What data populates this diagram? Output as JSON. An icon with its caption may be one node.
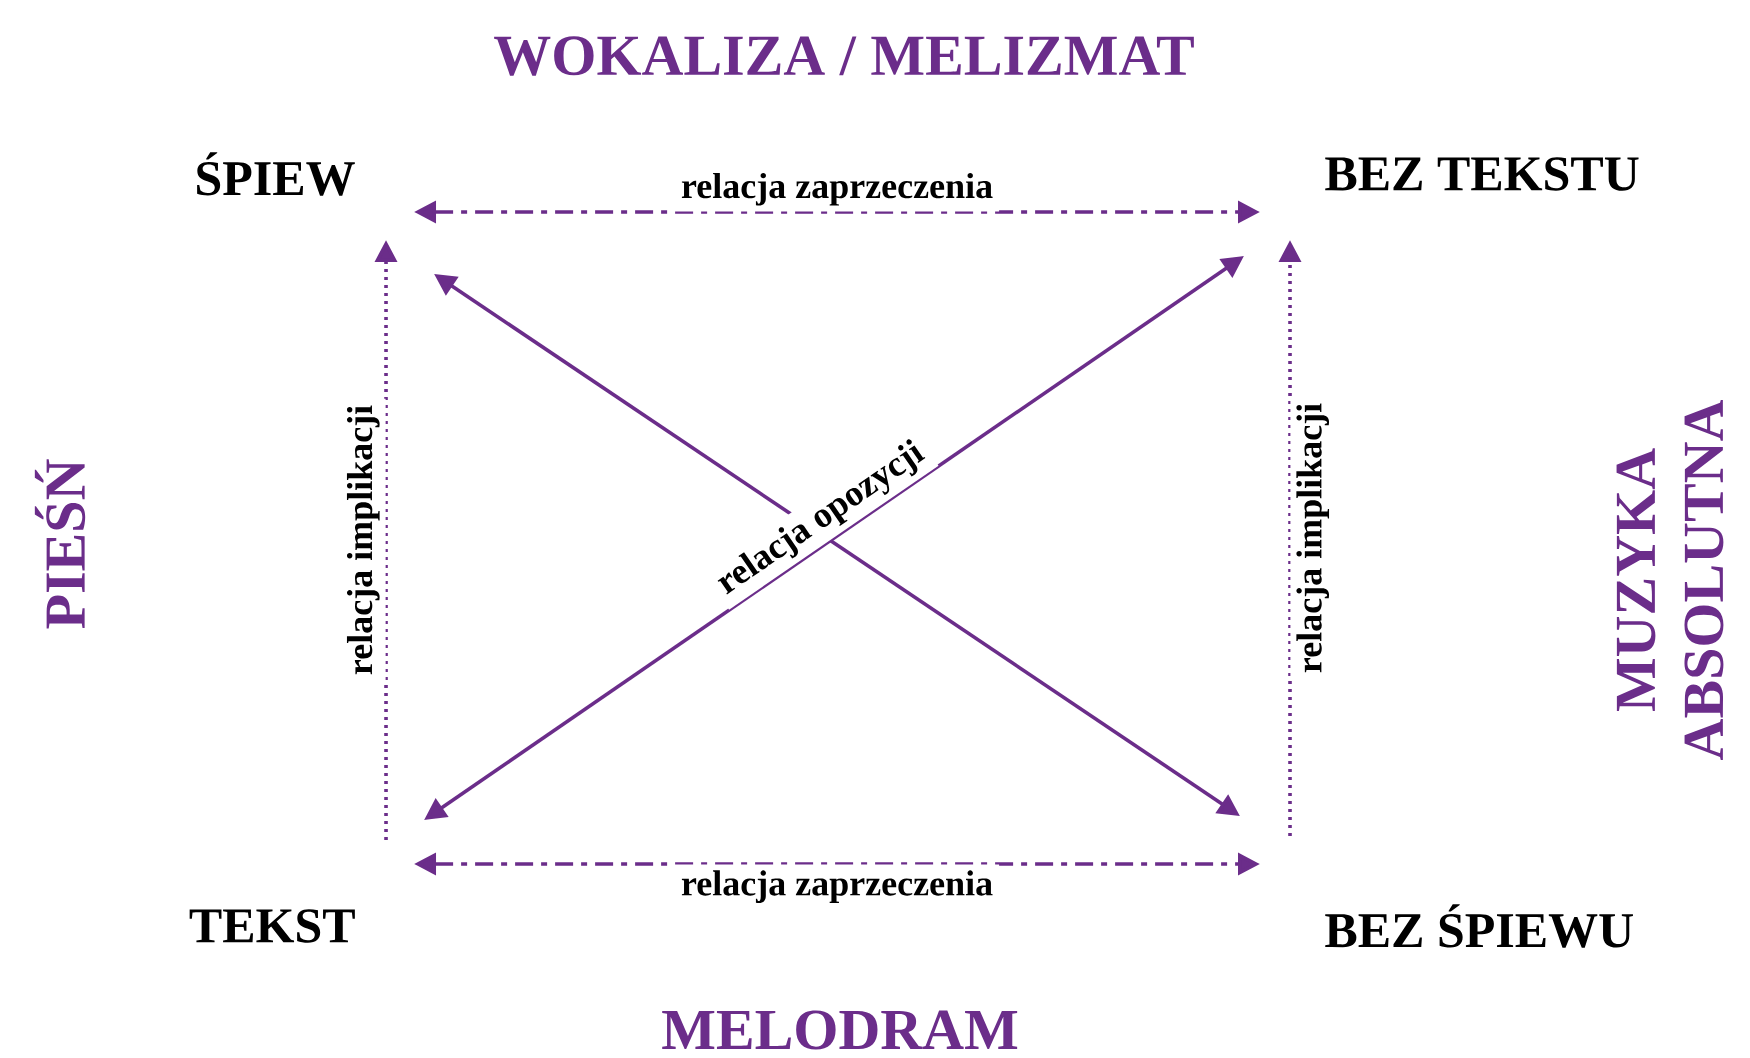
{
  "diagram": {
    "nodes": [
      {
        "text": [
          "ŚPIEW"
        ]
      },
      {
        "text": [
          "BEZ TEKSTU"
        ]
      },
      {
        "text": [
          "TEKST"
        ]
      },
      {
        "text": [
          "BEZ ŚPIEWU"
        ]
      }
    ],
    "edges": [
      {
        "from": 0,
        "to": 1,
        "arrow": "both",
        "label": "relacja zaprzeczenia",
        "style": "dashed"
      },
      {
        "from": 2,
        "to": 3,
        "arrow": "both",
        "label": "relacja zaprzeczenia",
        "style": "dashed"
      },
      {
        "from": 2,
        "to": 0,
        "arrow": "to",
        "label": "relacja implikacji",
        "style": "dashed"
      },
      {
        "from": 3,
        "to": 1,
        "arrow": "to",
        "label": "relacja implikacji",
        "style": "dashed"
      },
      {
        "from": 0,
        "to": 3,
        "arrow": "both"
      },
      {
        "from": 2,
        "to": 1,
        "arrow": "both",
        "label": "relacja opozycji"
      }
    ],
    "labels": [
      "WOKALIZA / MELIZMAT",
      "PIEŚŃ",
      "MUZYKA ABSOLUTNA",
      "MELODRAM"
    ]
  }
}
